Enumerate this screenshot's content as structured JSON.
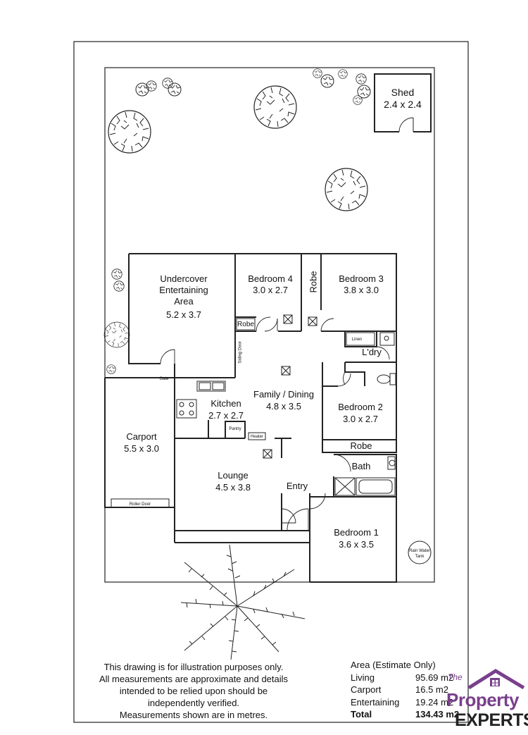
{
  "rooms": {
    "shed": {
      "name": "Shed",
      "dims": "2.4 x 2.4"
    },
    "undercover": {
      "line1": "Undercover",
      "line2": "Entertaining",
      "line3": "Area",
      "dims": "5.2 x 3.7"
    },
    "bedroom4": {
      "name": "Bedroom 4",
      "dims": "3.0 x 2.7"
    },
    "bedroom3": {
      "name": "Bedroom 3",
      "dims": "3.8 x 3.0"
    },
    "robe_vertical": "Robe",
    "robe_b4": "Robe",
    "linen": "Linen",
    "laundry": "L'dry",
    "siding_door": "Siding Door",
    "gate": "Gate",
    "family": {
      "name": "Family / Dining",
      "dims": "4.8 x 3.5"
    },
    "kitchen": {
      "name": "Kitchen",
      "dims": "2.7 x 2.7"
    },
    "pantry": "Pantry",
    "heater": "Heater",
    "bedroom2": {
      "name": "Bedroom 2",
      "dims": "3.0 x 2.7"
    },
    "robe_b2": "Robe",
    "carport": {
      "name": "Carport",
      "dims": "5.5 x 3.0"
    },
    "lounge": {
      "name": "Lounge",
      "dims": "4.5 x 3.8"
    },
    "entry": "Entry",
    "bath": "Bath",
    "bedroom1": {
      "name": "Bedroom 1",
      "dims": "3.6 x 3.5"
    },
    "roller_door": "Roller Door",
    "rain_tank_1": "Rain Water",
    "rain_tank_2": "Tank"
  },
  "disclaimer": {
    "line1": "This drawing is for illustration purposes only.",
    "line2": "All measurements are approximate and details",
    "line3": "intended to be relied upon should be",
    "line4": "independently verified.",
    "line5": "Measurements shown are in metres."
  },
  "area": {
    "title": "Area (Estimate Only)",
    "rows": [
      {
        "label": "Living",
        "value": "95.69 m2"
      },
      {
        "label": "Carport",
        "value": "16.5 m2"
      },
      {
        "label": "Entertaining",
        "value": "19.24 m2"
      }
    ],
    "total_label": "Total",
    "total_value": "134.43 m2"
  },
  "logo": {
    "the": "The",
    "property": "Property",
    "experts": "EXPERTS"
  },
  "colors": {
    "logo_purple": "#7a3f8c"
  }
}
